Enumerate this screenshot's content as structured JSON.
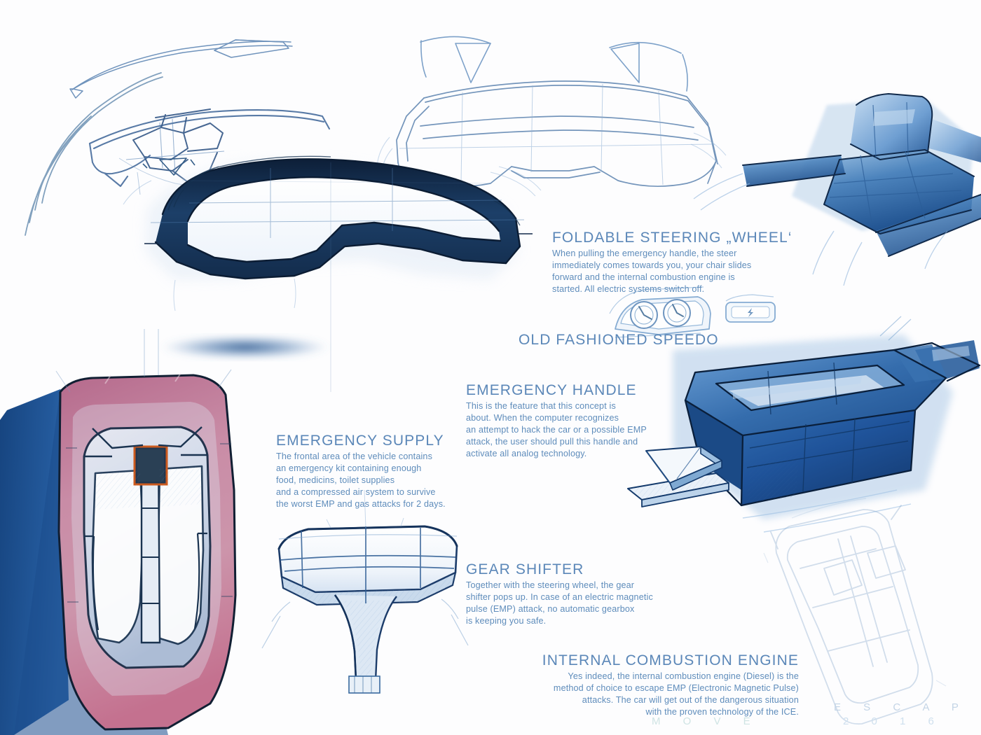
{
  "board": {
    "title": "MOVE ESCAPE 2016 automotive interior concept sketch board",
    "background_color": "#ffffff",
    "ink_color": "#1b3a63",
    "accent_blue": "#2c63a5",
    "text_color": "#5e8cbb",
    "heading_color": "#5b87b8",
    "body_pink": "#c0738f"
  },
  "annotations": [
    {
      "id": "foldable-steering-wheel",
      "heading": "FOLDABLE STEERING „WHEEL‘",
      "body": "When pulling the emergency handle, the steer\nimmediately comes towards you, your chair slides\nforward and the internal combustion engine is\nstarted. All electric systems switch off."
    },
    {
      "id": "old-fashioned-speedo",
      "heading": "OLD FASHIONED SPEEDO",
      "body": ""
    },
    {
      "id": "emergency-handle",
      "heading": "EMERGENCY HANDLE",
      "body": "This is the feature that this concept is\nabout. When the computer recognizes\nan attempt to hack the  car or a possible EMP\nattack, the user should pull this handle and\nactivate all analog technology."
    },
    {
      "id": "emergency-supply",
      "heading": "EMERGENCY SUPPLY",
      "body": "The frontal area of the vehicle contains\nan emergency kit containing enough\nfood, medicins, toilet supplies\nand a compressed air system to survive\nthe worst EMP and gas attacks for 2 days."
    },
    {
      "id": "gear-shifter",
      "heading": "GEAR SHIFTER",
      "body": "Together with the steering wheel, the gear\nshifter pops up. In case of an electric magnetic\npulse (EMP) attack, no automatic gearbox\nis keeping you safe."
    },
    {
      "id": "internal-combustion-engine",
      "heading": "INTERNAL COMBUSTION ENGINE",
      "body": "Yes indeed, the internal combustion engine (Diesel) is the\nmethod of choice to escape EMP (Electronic Magnetic Pulse)\nattacks. The car will get out of the dangerous situation\nwith the proven technology of the ICE."
    }
  ],
  "watermark": {
    "escape": "E S C A P E",
    "move": "M O V E",
    "year": "2 0 1 6"
  },
  "sketches": [
    {
      "id": "dashboard-study-top-left",
      "label": "dashboard line study"
    },
    {
      "id": "steering-wheel-wireframe",
      "label": "steering wheel wireframe with motion arrows"
    },
    {
      "id": "steering-wheel-main",
      "label": "foldable steering wheel rendering"
    },
    {
      "id": "car-seat",
      "label": "sliding car seat rendering"
    },
    {
      "id": "instrument-cluster",
      "label": "analog speedometer cluster"
    },
    {
      "id": "charge-display",
      "label": "small display with bolt icon"
    },
    {
      "id": "center-console",
      "label": "center console module rendering"
    },
    {
      "id": "emergency-handle-detail",
      "label": "emergency handle flap detail"
    },
    {
      "id": "car-top-view-pink",
      "label": "pink top view of the vehicle"
    },
    {
      "id": "gear-shifter-detail",
      "label": "gear shifter knob detail"
    },
    {
      "id": "ghost-car-top-view",
      "label": "faint top view outline"
    }
  ]
}
